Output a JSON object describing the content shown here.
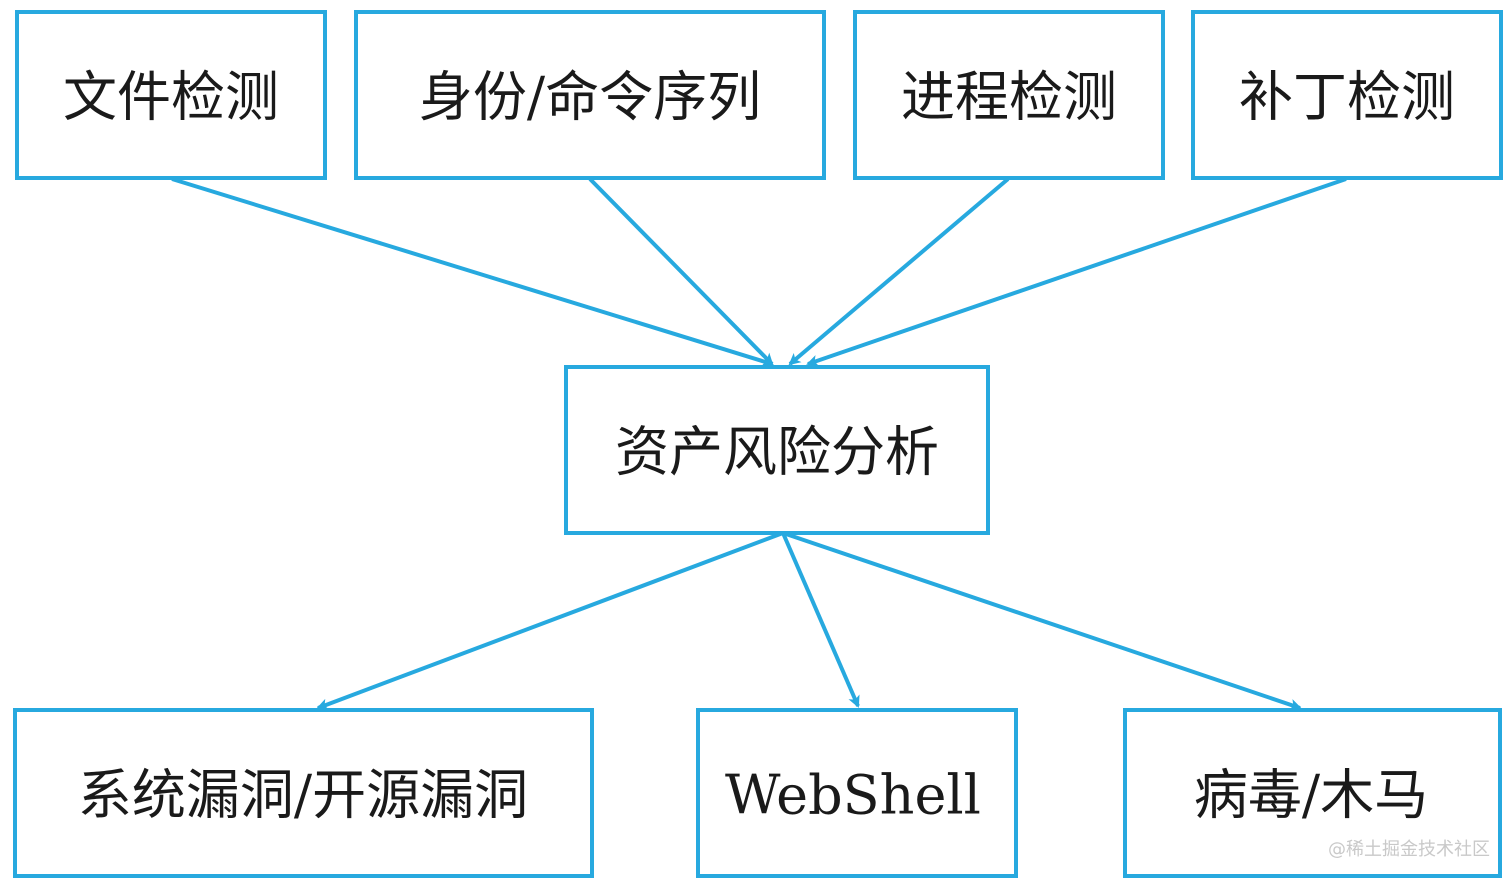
{
  "diagram": {
    "colors": {
      "stroke": "#27a9df",
      "text": "#1a1a1a",
      "background": "#ffffff"
    },
    "inputs": [
      {
        "id": "file-detection",
        "label": "文件检测"
      },
      {
        "id": "identity-command",
        "label": "身份/命令序列"
      },
      {
        "id": "process-detection",
        "label": "进程检测"
      },
      {
        "id": "patch-detection",
        "label": "补丁检测"
      }
    ],
    "center": {
      "id": "asset-risk-analysis",
      "label": "资产风险分析"
    },
    "outputs": [
      {
        "id": "vulnerabilities",
        "label": "系统漏洞/开源漏洞"
      },
      {
        "id": "webshell",
        "label": "WebShell"
      },
      {
        "id": "virus-trojan",
        "label": "病毒/木马"
      }
    ]
  },
  "watermark": {
    "text": "@稀土掘金技术社区"
  }
}
